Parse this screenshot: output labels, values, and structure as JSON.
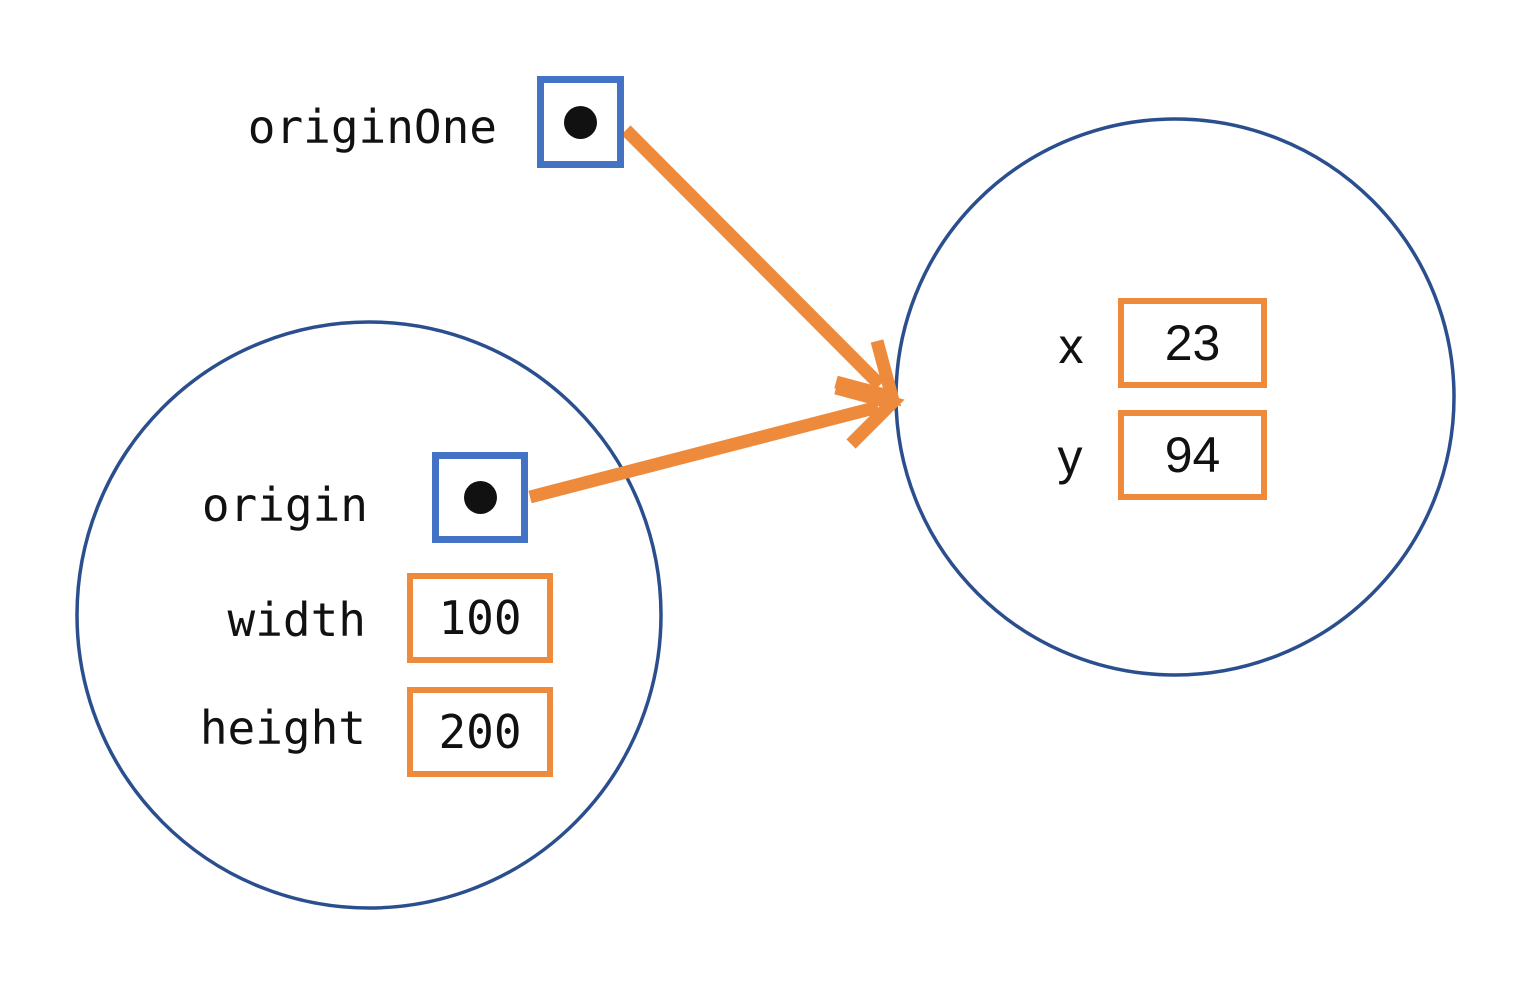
{
  "colors": {
    "reference_box_blue": "#4472C4",
    "object_circle_blue": "#2B4F8E",
    "field_box_orange": "#EE8A3C",
    "arrow_orange": "#EE8A3C",
    "text": "#111111"
  },
  "icons": {
    "reference_dot": "filled-black-circle"
  },
  "origin_one_variable": {
    "label": "originOne"
  },
  "rectangle_object": {
    "origin_field": {
      "label": "origin"
    },
    "width_field": {
      "label": "width",
      "value": "100"
    },
    "height_field": {
      "label": "height",
      "value": "200"
    }
  },
  "point_object": {
    "x_field": {
      "label": "x",
      "value": "23"
    },
    "y_field": {
      "label": "y",
      "value": "94"
    }
  }
}
